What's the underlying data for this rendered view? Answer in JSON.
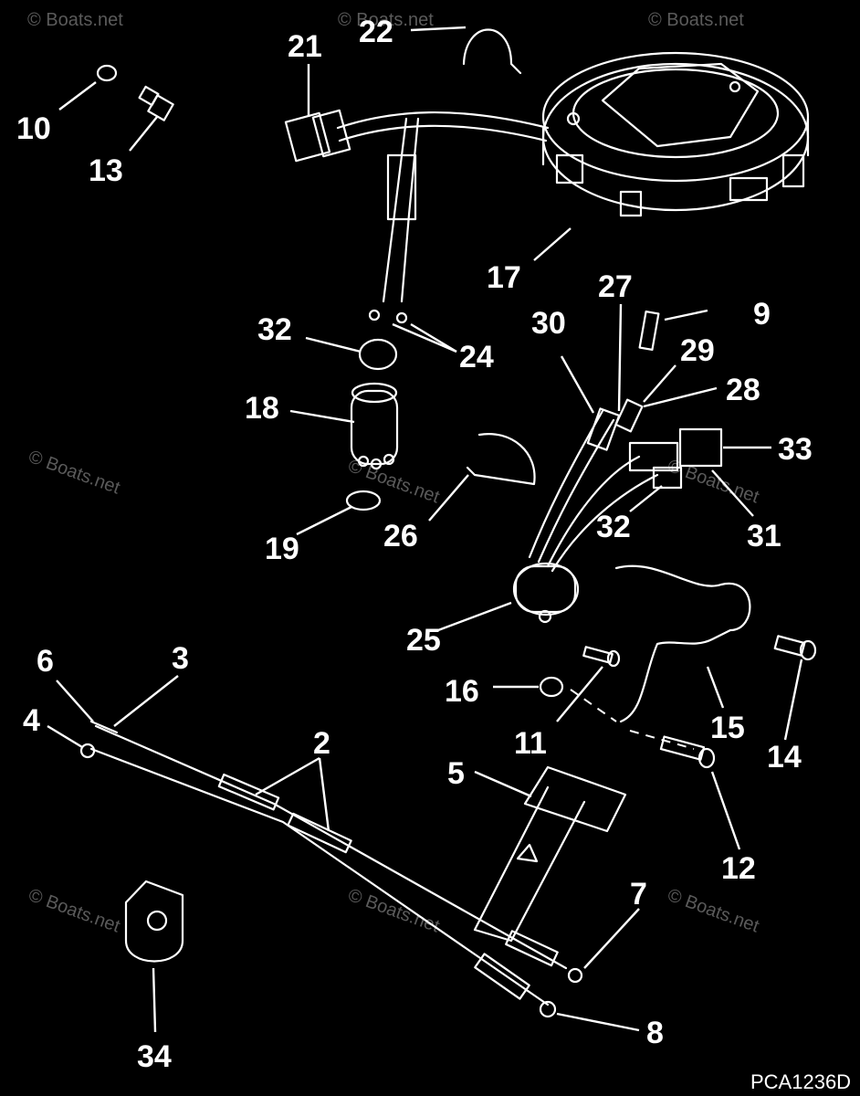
{
  "diagram": {
    "drawing_code": "PCA1236D",
    "watermark": "© Boats.net",
    "callouts": [
      "22",
      "21",
      "10",
      "13",
      "17",
      "27",
      "9",
      "30",
      "29",
      "28",
      "32",
      "24",
      "18",
      "33",
      "26",
      "19",
      "32",
      "31",
      "25",
      "6",
      "3",
      "4",
      "16",
      "11",
      "15",
      "14",
      "2",
      "5",
      "12",
      "7",
      "34",
      "8"
    ]
  },
  "colors": {
    "background": "#000000",
    "ink": "#ffffff",
    "watermark": "#5a5a5a"
  }
}
